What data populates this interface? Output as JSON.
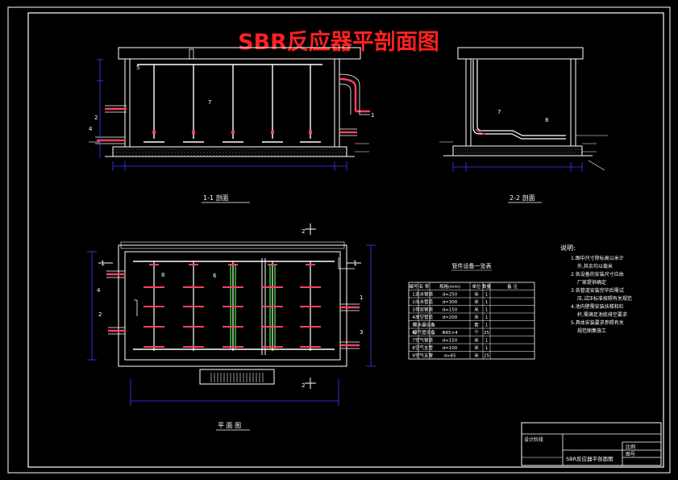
{
  "drawing": {
    "title": "SBR反应器平剖面图",
    "view_labels": {
      "section_1": "1-1 剖面",
      "section_2": "2-2 剖面",
      "plan": "平 面 图"
    },
    "callouts": [
      "1",
      "2",
      "3",
      "4",
      "5",
      "6",
      "7",
      "8"
    ],
    "section_marks": {
      "one": "1",
      "two": "2"
    }
  },
  "notes": {
    "heading": "说明:",
    "items": [
      "1.图中尺寸除标高以米计",
      "外,其余均以毫米",
      "2.各设备的安装尺寸应由",
      "厂家提供确定",
      "3.各管道安装完毕后需试",
      "压,试压标准按照有关规范",
      "4.池内壁需安装扶梯和栏",
      "杆,需满足池底排空要求",
      "5.具体安装要求参照有关",
      "规范图集施工"
    ]
  },
  "equipment_table": {
    "title": "管件设备一览表",
    "headers": [
      "编号",
      "名 称",
      "规格(mm)",
      "单位",
      "数量",
      "备 注"
    ],
    "rows": [
      [
        "1",
        "进水管道",
        "d=250",
        "米",
        "1",
        ""
      ],
      [
        "2",
        "出水管道",
        "d=300",
        "米",
        "1",
        ""
      ],
      [
        "3",
        "排泥管道",
        "d=150",
        "米",
        "1",
        ""
      ],
      [
        "4",
        "放空管道",
        "d=200",
        "米",
        "1",
        ""
      ],
      [
        "5",
        "滗水器设备",
        "",
        "套",
        "1",
        ""
      ],
      [
        "6",
        "曝气管设备",
        "Φ65×4",
        "个",
        "25",
        ""
      ],
      [
        "7",
        "空气管道",
        "d=150",
        "米",
        "1",
        ""
      ],
      [
        "8",
        "空气支管",
        "d=100",
        "米",
        "1",
        ""
      ],
      [
        "9",
        "空气支管",
        "d=65",
        "米",
        "25",
        ""
      ]
    ]
  },
  "title_block": {
    "design_label": "设计阶段",
    "drawing_name": "SBR反应器平剖面图",
    "scale_label": "比例",
    "sheet_label": "图号"
  },
  "colors": {
    "background": "#000000",
    "frame": "#ffffff",
    "tank": "#ffffff",
    "dimension": "#3b3bff",
    "pipe_red": "#ff4060",
    "pipe_green": "#40ff40",
    "title": "#ff2020"
  }
}
